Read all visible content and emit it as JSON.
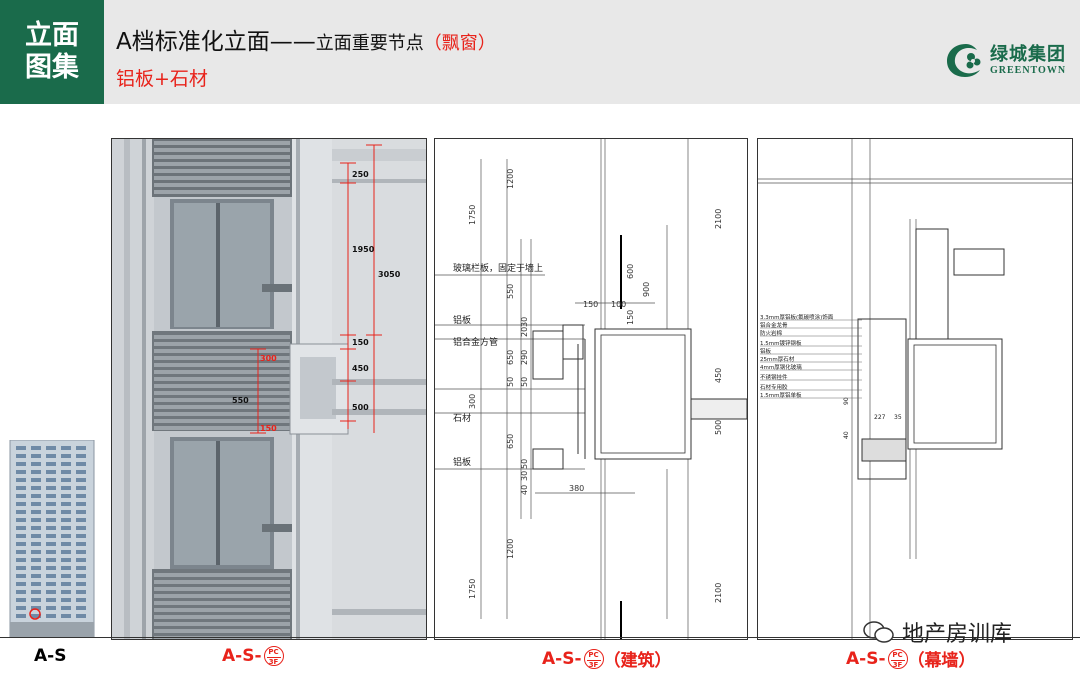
{
  "header": {
    "tile_line1": "立面",
    "tile_line2": "图集",
    "title_main": "A档标准化立面——",
    "title_mid": "立面重要节点",
    "title_red": "（飘窗）",
    "subtitle": "铝板+石材",
    "logo_cn": "绿城集团",
    "logo_en": "GREENTOWN"
  },
  "colors": {
    "brand_green": "#1a6b4b",
    "accent_red": "#e8231b"
  },
  "panel1": {
    "dims": [
      "250",
      "1950",
      "3050",
      "150",
      "450",
      "500",
      "550",
      "300",
      "150"
    ]
  },
  "panel2": {
    "labels": [
      "玻璃栏板，固定于墙上",
      "铝板",
      "铝合金方管",
      "石材",
      "铝板"
    ],
    "dims": [
      "1200",
      "1750",
      "550",
      "600",
      "900",
      "150",
      "100",
      "150",
      "30",
      "20",
      "650",
      "290",
      "50",
      "50",
      "300",
      "650",
      "50",
      "30",
      "40",
      "380",
      "1200",
      "1750",
      "2100",
      "450",
      "500",
      "2100"
    ]
  },
  "panel3": {
    "notes": [
      "3.3mm厚铝板(氟碳喷涂)饰面",
      "铝合金龙骨",
      "防火岩棉",
      "1.5mm镀锌钢板",
      "铝板",
      "25mm厚石材",
      "4mm厚钢化玻璃",
      "不锈钢挂件",
      "石材专用胶",
      "1.5mm厚铝单板"
    ],
    "dims": [
      "227",
      "35",
      "90",
      "40"
    ]
  },
  "captions": {
    "left": "A-S",
    "c1_prefix": "A-S-",
    "c2_prefix": "A-S-",
    "c2_suffix": "（建筑）",
    "c3_prefix": "A-S-",
    "c3_suffix": "（幕墙）",
    "badge_top": "PC",
    "badge_bottom": "3F"
  },
  "watermark": "地产房训库"
}
